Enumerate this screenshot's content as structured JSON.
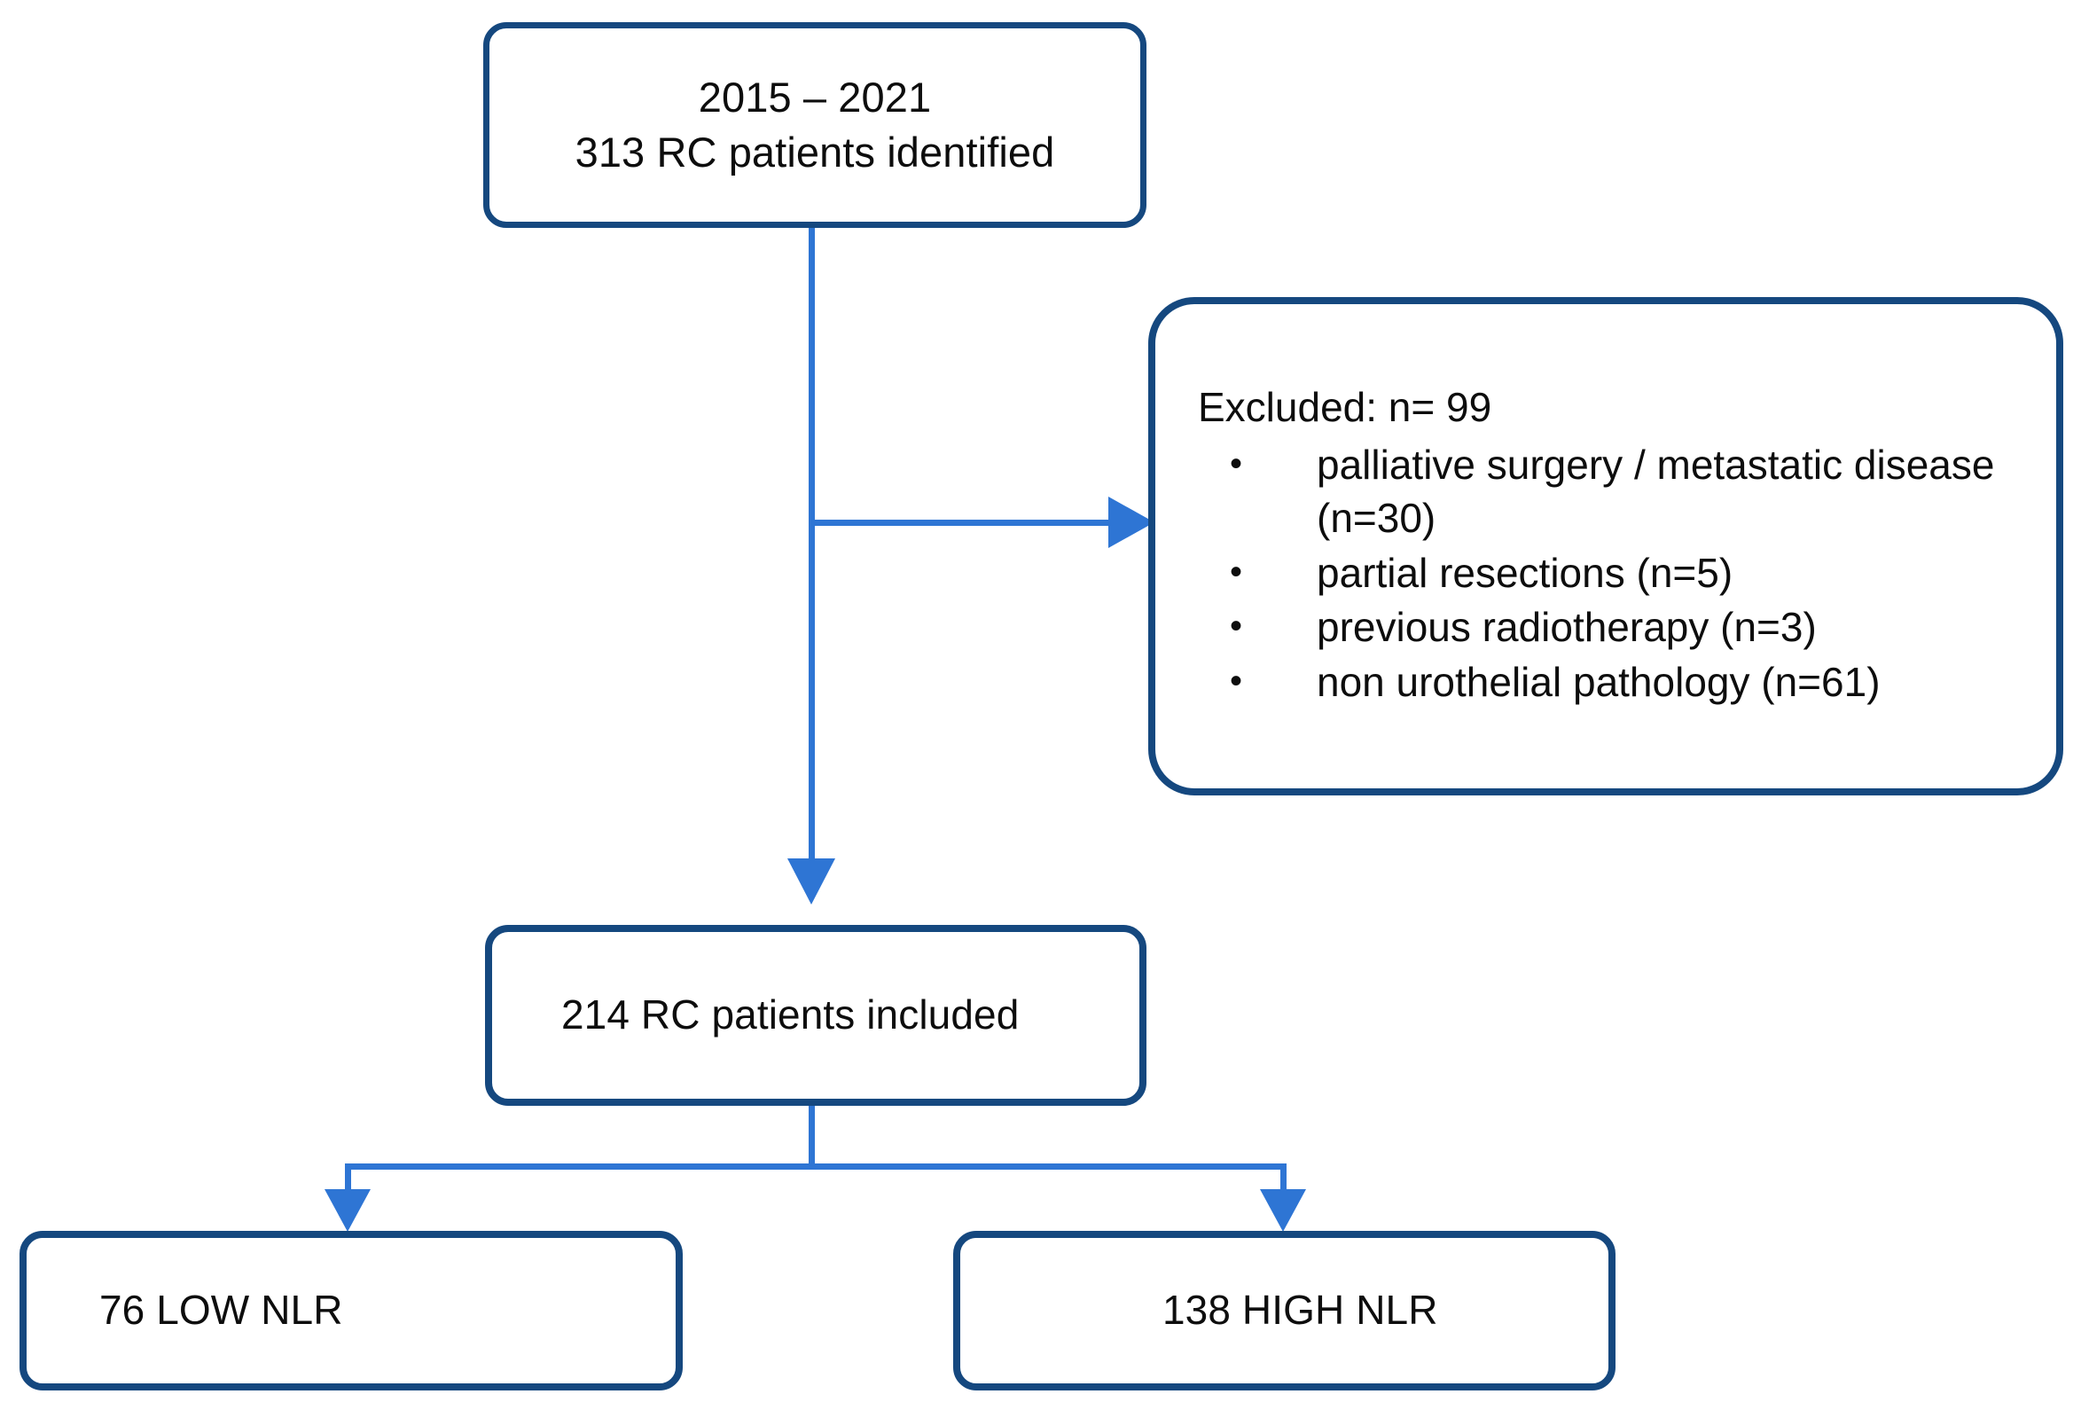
{
  "diagram": {
    "title": "RC patient selection flow",
    "colors": {
      "box_border": "#15487F",
      "connector": "#2E75D4",
      "text": "#0d0d0d",
      "background": "#ffffff"
    },
    "nodes": {
      "source": {
        "line1": "2015 – 2021",
        "line2": "313 RC patients identified",
        "text": "2015 – 2021\n313 RC patients identified",
        "year_start": 2015,
        "year_end": 2021,
        "count": 313
      },
      "excluded": {
        "title": "Excluded: n= 99",
        "count": 99,
        "reasons": [
          {
            "bullet": "•",
            "label": "palliative surgery / metastatic disease  (n=30)",
            "n": 30
          },
          {
            "bullet": "•",
            "label": "partial resections (n=5)",
            "n": 5
          },
          {
            "bullet": "•",
            "label": "previous radiotherapy (n=3)",
            "n": 3
          },
          {
            "bullet": "•",
            "label": "non urothelial pathology (n=61)",
            "n": 61
          }
        ]
      },
      "included": {
        "text": "214 RC patients included",
        "count": 214
      },
      "low_nlr": {
        "text": "76 LOW NLR",
        "count": 76,
        "group": "LOW NLR"
      },
      "high_nlr": {
        "text": "138 HIGH NLR",
        "count": 138,
        "group": "HIGH NLR"
      }
    },
    "connectors": [
      {
        "name": "source-to-included",
        "from": "source",
        "to": "included",
        "arrow": "down"
      },
      {
        "name": "source-to-excluded",
        "from": "source",
        "to": "excluded",
        "arrow": "right"
      },
      {
        "name": "included-to-low-nlr",
        "from": "included",
        "to": "low_nlr",
        "arrow": "down"
      },
      {
        "name": "included-to-high-nlr",
        "from": "included",
        "to": "high_nlr",
        "arrow": "down"
      }
    ]
  }
}
